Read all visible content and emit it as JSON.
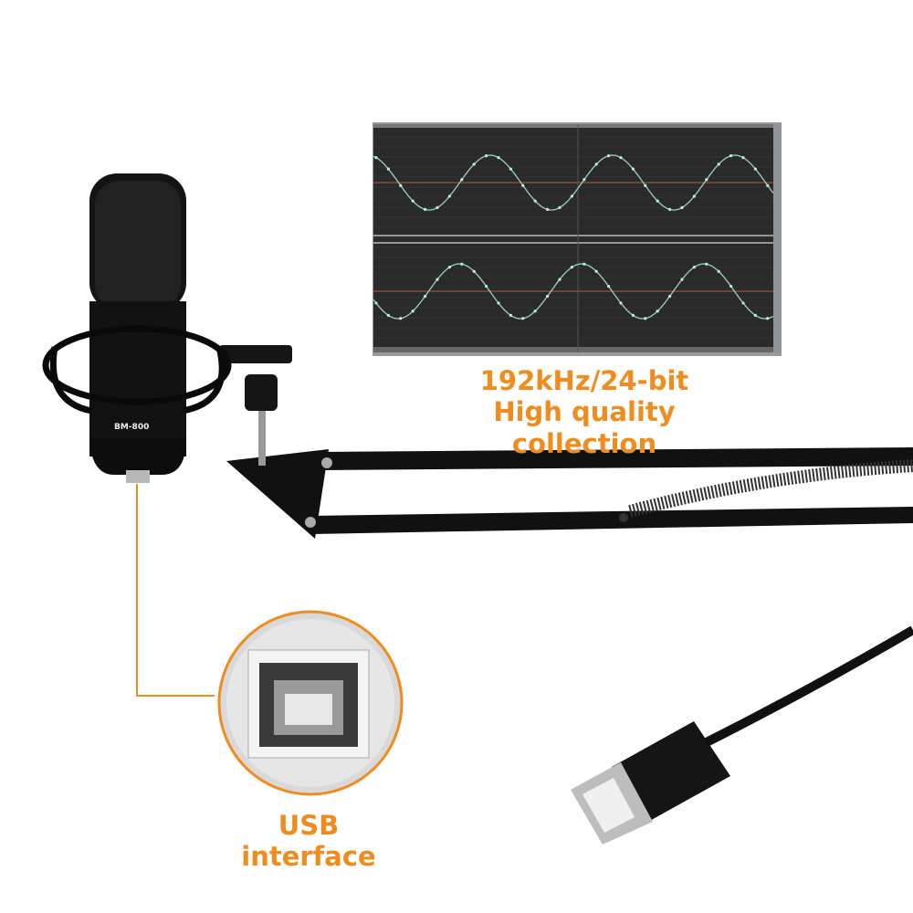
{
  "colors": {
    "accent": "#f08c1e",
    "wave": "#9fd8c8",
    "panel": "#2b2b2b"
  },
  "product": {
    "model_label": "BM-800"
  },
  "spec": {
    "line1": "192kHz/24-bit",
    "line2": "High quality collection"
  },
  "usb": {
    "label": "USB interface"
  }
}
